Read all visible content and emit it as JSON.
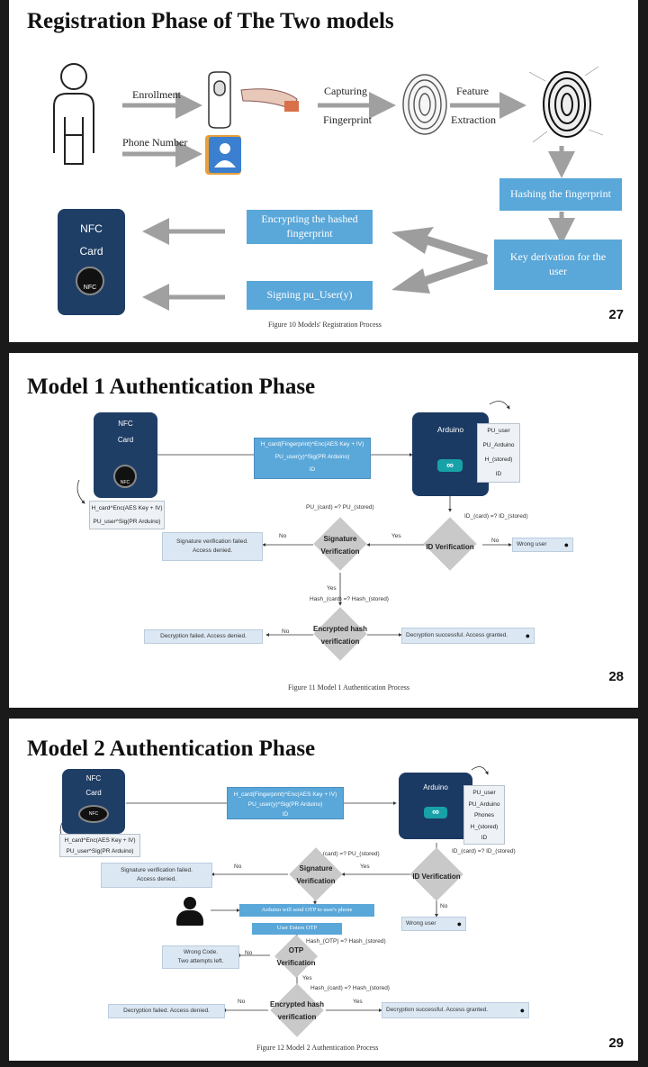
{
  "slide1": {
    "title": "Registration Phase of The Two models",
    "enrollment": "Enrollment",
    "phone_number": "Phone Number",
    "capturing": "Capturing",
    "fingerprint": "Fingerprint",
    "feature": "Feature",
    "extraction": "Extraction",
    "hashing": "Hashing the fingerprint",
    "key_derivation": "Key derivation for the user",
    "encrypting": "Encrypting the hashed fingerprint",
    "signing": "Signing pu_User(y)",
    "nfc_label": "NFC",
    "card_label": "Card",
    "nfc_logo": "NFC",
    "caption": "Figure 10 Models' Registration Process",
    "page_number": "27"
  },
  "slide2": {
    "title": "Model 1 Authentication Phase",
    "nfc_label": "NFC",
    "card_label": "Card",
    "nfc_logo": "NFC",
    "arduino_label": "Arduino",
    "message": [
      "H_card(Fingerprint)^Enc(AES Key + IV)",
      "PU_user(y)^Sig(PR Arduino)",
      "ID"
    ],
    "card_store": [
      "H_card^Enc(AES Key + IV)",
      "PU_user^Sig(PR Arduino)"
    ],
    "arduino_store": [
      "PU_user",
      "PU_Arduino",
      "H_(stored)",
      "ID"
    ],
    "pu_compare": "PU_(card) =? PU_(stored)",
    "id_compare": "ID_(card) =? ID_(stored)",
    "signature_verification": [
      "Signature",
      "Verification"
    ],
    "id_verification": "ID Verification",
    "encrypted_hash": [
      "Encrypted hash",
      "verification"
    ],
    "hash_compare": "Hash_(card) =? Hash_(stored)",
    "sig_failed": [
      "Signature verification failed.",
      "Access denied."
    ],
    "wrong_user": "Wrong user",
    "decryption_failed": "Decryption failed. Access denied.",
    "decryption_success": "Decryption successful. Access granted.",
    "yes": "Yes",
    "no": "No",
    "caption": "Figure 11 Model 1 Authentication Process",
    "page_number": "28"
  },
  "slide3": {
    "title": "Model 2 Authentication Phase",
    "nfc_label": "NFC",
    "card_label": "Card",
    "nfc_logo": "NFC",
    "arduino_label": "Arduino",
    "message": [
      "H_card(Fingerprint)^Enc(AES Key + IV)",
      "PU_user(y)^Sig(PR Arduino)",
      "ID"
    ],
    "card_store": [
      "H_card^Enc(AES Key + IV)",
      "PU_user^Sig(PR Arduino)"
    ],
    "arduino_store": [
      "PU_user",
      "PU_Arduino",
      "Phones",
      "H_(stored)",
      "ID"
    ],
    "pu_compare": "PU_(card) =? PU_(stored)",
    "id_compare": "ID_(card) =? ID_(stored)",
    "signature_verification": [
      "Signature",
      "Verification"
    ],
    "id_verification": "ID Verification",
    "otp_send": "Arduino will send OTP to user's phone",
    "user_enters_otp": "User Enters OTP",
    "otp_compare": "Hash_(OTP) =? Hash_(stored)",
    "otp_verification": [
      "OTP",
      "Verification"
    ],
    "wrong_code": [
      "Wrong Code.",
      "Two attempts left."
    ],
    "encrypted_hash": [
      "Encrypted hash",
      "verification"
    ],
    "hash_compare": "Hash_(card) =? Hash_(stored)",
    "sig_failed": [
      "Signature verification failed.",
      "Access denied."
    ],
    "wrong_user": "Wrong user",
    "decryption_failed": "Decryption failed. Access denied.",
    "decryption_success": "Decryption successful. Access granted.",
    "yes": "Yes",
    "no": "No",
    "caption": "Figure 12 Model 2 Authentication Process",
    "page_number": "29"
  }
}
